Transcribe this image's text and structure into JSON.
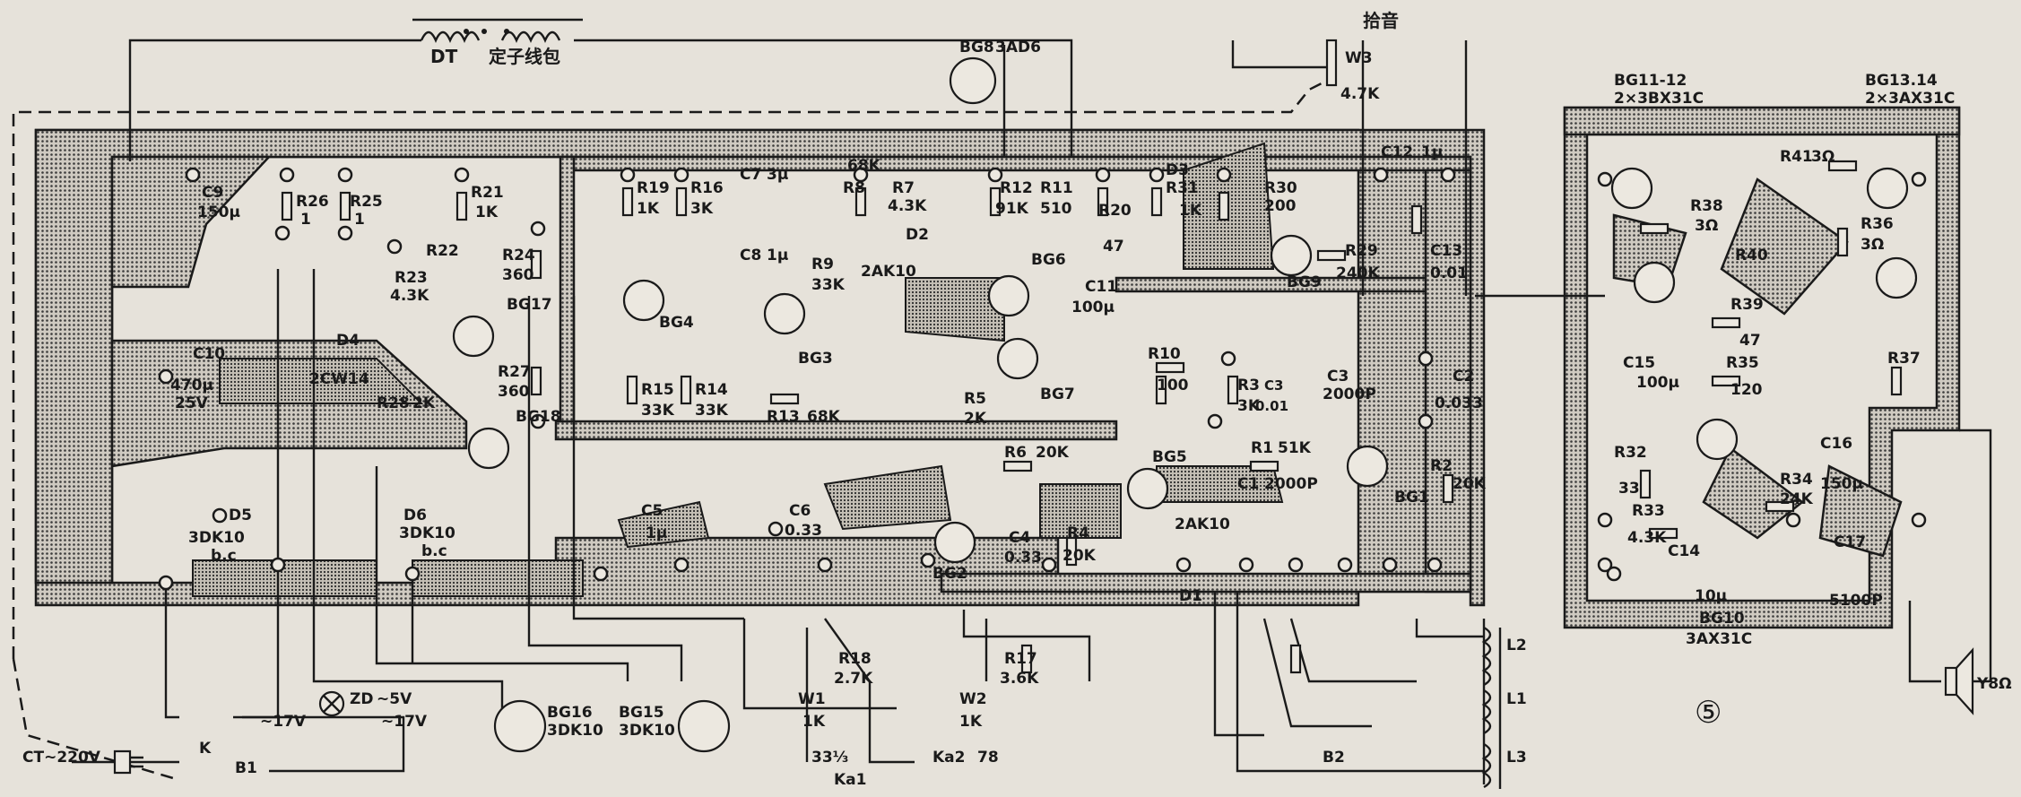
{
  "diagram": {
    "header": {
      "transformer_code": "DT",
      "transformer_label": "定子线包",
      "pickup_label": "拾音",
      "figure_number": "⑤"
    },
    "transistors": [
      {
        "id": "BG8",
        "text": "BG8",
        "type": "3AD6"
      },
      {
        "id": "BG11-12",
        "text": "BG11-12",
        "type": "2×3BX31C"
      },
      {
        "id": "BG13-14",
        "text": "BG13.14",
        "type": "2×3AX31C"
      },
      {
        "id": "BG17",
        "text": "BG17"
      },
      {
        "id": "BG18",
        "text": "BG18"
      },
      {
        "id": "BG4",
        "text": "BG4"
      },
      {
        "id": "BG3",
        "text": "BG3"
      },
      {
        "id": "BG6",
        "text": "BG6"
      },
      {
        "id": "BG7",
        "text": "BG7"
      },
      {
        "id": "BG9",
        "text": "BG9"
      },
      {
        "id": "BG5",
        "text": "BG5"
      },
      {
        "id": "BG1",
        "text": "BG1"
      },
      {
        "id": "BG2",
        "text": "BG2"
      },
      {
        "id": "BG10",
        "text": "BG10",
        "type": "3AX31C"
      },
      {
        "id": "BG16",
        "text": "BG16",
        "type": "3DK10"
      },
      {
        "id": "BG15",
        "text": "BG15",
        "type": "3DK10"
      }
    ],
    "resistors": [
      {
        "id": "R26",
        "text": "R26",
        "value": "1"
      },
      {
        "id": "R25",
        "text": "R25",
        "value": "1"
      },
      {
        "id": "R21",
        "text": "R21",
        "value": "1K"
      },
      {
        "id": "R22",
        "text": "R22"
      },
      {
        "id": "R24",
        "text": "R24",
        "value": "360"
      },
      {
        "id": "R23",
        "text": "R23",
        "value": "4.3K"
      },
      {
        "id": "R27",
        "text": "R27",
        "value": "360"
      },
      {
        "id": "R28",
        "text": "R28",
        "value": "2K"
      },
      {
        "id": "R19",
        "text": "R19",
        "value": "1K"
      },
      {
        "id": "R16",
        "text": "R16",
        "value": "3K"
      },
      {
        "id": "R8",
        "text": "R8",
        "value": "68K"
      },
      {
        "id": "R7",
        "text": "R7",
        "value": "4.3K"
      },
      {
        "id": "R12",
        "text": "R12",
        "value": "91K"
      },
      {
        "id": "R11",
        "text": "R11",
        "value": "510"
      },
      {
        "id": "R9",
        "text": "R9",
        "value": "33K"
      },
      {
        "id": "R15",
        "text": "R15",
        "value": "33K"
      },
      {
        "id": "R14",
        "text": "R14",
        "value": "33K"
      },
      {
        "id": "R13",
        "text": "R13",
        "value": "68K"
      },
      {
        "id": "R5",
        "text": "R5",
        "value": "2K"
      },
      {
        "id": "R20",
        "text": "R20",
        "value": "47"
      },
      {
        "id": "R31",
        "text": "R31",
        "value": "1K"
      },
      {
        "id": "R30",
        "text": "R30",
        "value": "200"
      },
      {
        "id": "R29",
        "text": "R29",
        "value": "240K"
      },
      {
        "id": "R10",
        "text": "R10",
        "value": "100"
      },
      {
        "id": "R3",
        "text": "R3",
        "value": "3K"
      },
      {
        "id": "R6",
        "text": "R6",
        "value": "20K"
      },
      {
        "id": "R1",
        "text": "R1",
        "value": "51K"
      },
      {
        "id": "R2",
        "text": "R2",
        "value": "20K"
      },
      {
        "id": "R4",
        "text": "R4",
        "value": "20K"
      },
      {
        "id": "R18",
        "text": "R18",
        "value": "2.7K"
      },
      {
        "id": "R17",
        "text": "R17",
        "value": "3.6K"
      },
      {
        "id": "R41",
        "text": "R41",
        "value": "3Ω"
      },
      {
        "id": "R38",
        "text": "R38",
        "value": "3Ω"
      },
      {
        "id": "R36",
        "text": "R36",
        "value": "3Ω"
      },
      {
        "id": "R40",
        "text": "R40"
      },
      {
        "id": "R39",
        "text": "R39",
        "value": "47"
      },
      {
        "id": "R35",
        "text": "R35",
        "value": "120"
      },
      {
        "id": "R37",
        "text": "R37"
      },
      {
        "id": "R32",
        "text": "R32",
        "value": "33"
      },
      {
        "id": "R33",
        "text": "R33",
        "value": "4.3K"
      },
      {
        "id": "R34",
        "text": "R34",
        "value": "24K"
      }
    ],
    "capacitors": [
      {
        "id": "C9",
        "text": "C9",
        "value": "150μ"
      },
      {
        "id": "C10",
        "text": "C10",
        "value": "470μ",
        "voltage": "25V"
      },
      {
        "id": "C7",
        "text": "C7",
        "value": "3μ"
      },
      {
        "id": "C8",
        "text": "C8",
        "value": "1μ"
      },
      {
        "id": "C11",
        "text": "C11",
        "value": "100μ"
      },
      {
        "id": "C12",
        "text": "C12",
        "value": "1μ"
      },
      {
        "id": "C13",
        "text": "C13",
        "value": "0.01"
      },
      {
        "id": "C3a",
        "text": "C3",
        "value": "0.01"
      },
      {
        "id": "C3b",
        "text": "C3",
        "value": "2000P"
      },
      {
        "id": "C2",
        "text": "C2",
        "value": "0.033"
      },
      {
        "id": "C1",
        "text": "C1",
        "value": "2000P"
      },
      {
        "id": "C5",
        "text": "C5",
        "value": "1μ"
      },
      {
        "id": "C6",
        "text": "C6",
        "value": "0.33"
      },
      {
        "id": "C4",
        "text": "C4",
        "value": "0.33"
      },
      {
        "id": "C15",
        "text": "C15",
        "value": "100μ"
      },
      {
        "id": "C16",
        "text": "C16",
        "value": "150μ"
      },
      {
        "id": "C14",
        "text": "C14",
        "value": "10μ"
      },
      {
        "id": "C17",
        "text": "C17",
        "value": "5100P"
      }
    ],
    "diodes": [
      {
        "id": "D4",
        "text": "D4",
        "type": "2CW14"
      },
      {
        "id": "D2",
        "text": "D2",
        "type": "2AK10"
      },
      {
        "id": "D3",
        "text": "D3"
      },
      {
        "id": "D1",
        "text": "D1",
        "type": "2AK10"
      },
      {
        "id": "D5",
        "text": "D5",
        "type": "3DK10",
        "note": "b.c"
      },
      {
        "id": "D6",
        "text": "D6",
        "type": "3DK10",
        "note": "b.c"
      }
    ],
    "pots": [
      {
        "id": "W3",
        "text": "W3",
        "value": "4.7K"
      },
      {
        "id": "W1",
        "text": "W1",
        "value": "1K"
      },
      {
        "id": "W2",
        "text": "W2",
        "value": "1K"
      }
    ],
    "switches": [
      {
        "id": "Ka1",
        "text": "Ka1",
        "speed": "33⅓"
      },
      {
        "id": "Ka2",
        "text": "Ka2",
        "speed": "78"
      },
      {
        "id": "K",
        "text": "K"
      }
    ],
    "coils": [
      {
        "id": "L2",
        "text": "L2"
      },
      {
        "id": "L1",
        "text": "L1"
      },
      {
        "id": "L3",
        "text": "L3"
      },
      {
        "id": "B2",
        "text": "B2"
      },
      {
        "id": "B1",
        "text": "B1"
      }
    ],
    "power": {
      "mains": "CT~220V",
      "lamp": "ZD",
      "lamp_voltage": "~5V",
      "secondary_left": "~17V",
      "secondary_right": "~17V"
    },
    "speaker": {
      "text": "Y8Ω"
    }
  }
}
